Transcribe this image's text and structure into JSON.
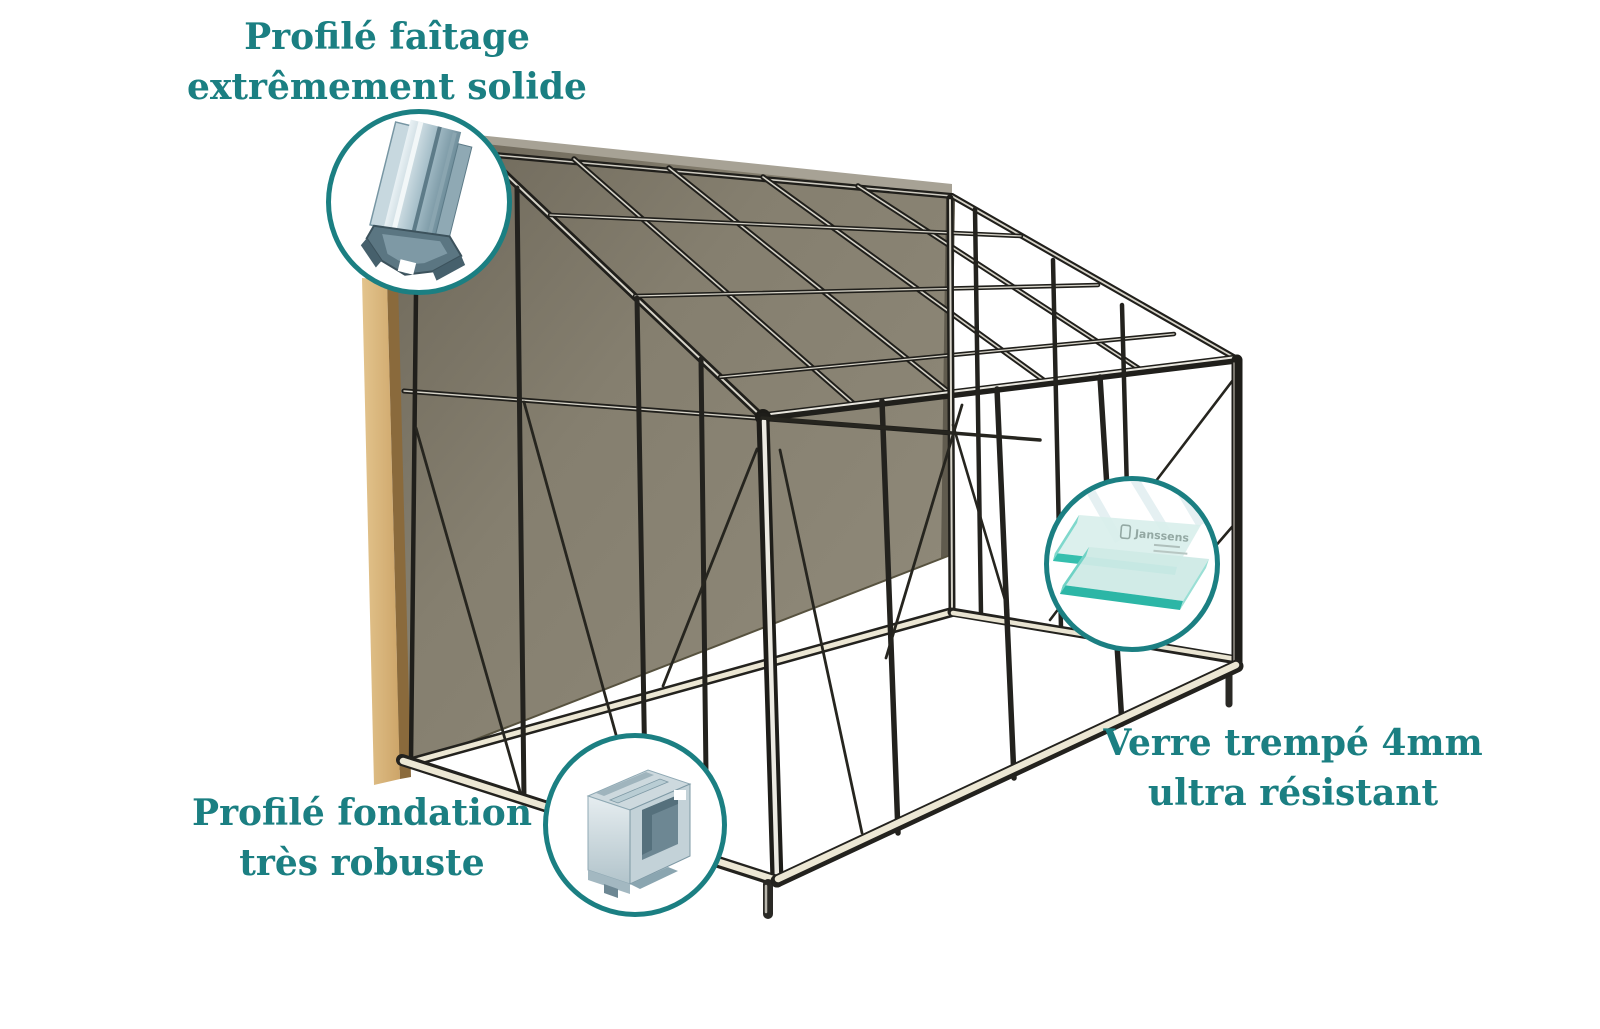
{
  "colors": {
    "accent": "#1b7f82",
    "frame": "#201f1b",
    "wall": "#847e6e",
    "wood": "#d9b87c",
    "foundation": "#ece7d4"
  },
  "annotations": {
    "ridge": {
      "line1": "Profilé faîtage",
      "line2": "extrêmement solide",
      "icon": "ridge-profile-photo"
    },
    "foundation": {
      "line1": "Profilé fondation",
      "line2": "très robuste",
      "icon": "foundation-profile-photo"
    },
    "glass": {
      "line1": "Verre trempé 4mm",
      "line2": "ultra résistant",
      "icon": "tempered-glass-photo",
      "etched_brand": "Janssens"
    }
  }
}
